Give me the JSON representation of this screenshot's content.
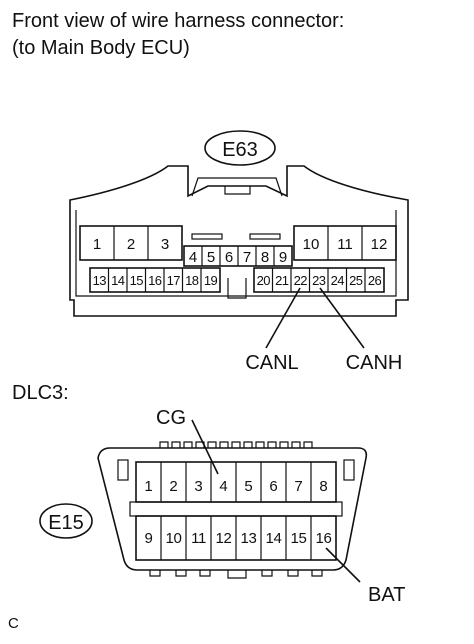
{
  "header": {
    "line1": "Front view of wire harness connector:",
    "line2": "(to Main Body ECU)"
  },
  "connector_e63": {
    "id": "E63",
    "top_left_pins": [
      "1",
      "2",
      "3"
    ],
    "top_middle_pins": [
      "4",
      "5",
      "6",
      "7",
      "8",
      "9"
    ],
    "top_right_pins": [
      "10",
      "11",
      "12"
    ],
    "bottom_left_pins": [
      "13",
      "14",
      "15",
      "16",
      "17",
      "18",
      "19"
    ],
    "bottom_right_pins": [
      "20",
      "21",
      "22",
      "23",
      "24",
      "25",
      "26"
    ],
    "callout_canl": "CANL",
    "callout_canh": "CANH"
  },
  "dlc3": {
    "heading": "DLC3:",
    "id": "E15",
    "top_pins": [
      "1",
      "2",
      "3",
      "4",
      "5",
      "6",
      "7",
      "8"
    ],
    "bottom_pins": [
      "9",
      "10",
      "11",
      "12",
      "13",
      "14",
      "15",
      "16"
    ],
    "callout_cg": "CG",
    "callout_bat": "BAT"
  },
  "footer": {
    "code": "C"
  }
}
